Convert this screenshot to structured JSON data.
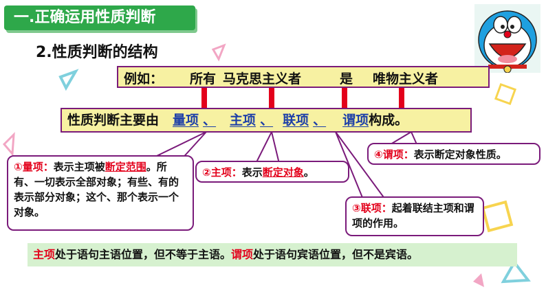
{
  "section_title": "一.正确运用性质判断",
  "subtitle": "2.性质判断的结构",
  "example": {
    "label": "例如：",
    "quantifier": "所有",
    "subject": "马克思主义者",
    "copula": "是",
    "predicate": "唯物主义者"
  },
  "composition": {
    "prefix": "性质判断主要由",
    "term1": "量项",
    "sep1": "、",
    "term2": "主项",
    "sep2": "、",
    "term3": "联项",
    "sep3": "、",
    "term4": "谓项",
    "suffix": "构成。"
  },
  "notes": {
    "quantity": {
      "marker": "①",
      "term": "量项：",
      "text_a": "表示主项被",
      "highlight": "断定范围",
      "text_b": "。所有、一切表示全部对象；有些、有的表示部分对象；这个、那个表示一个对象。"
    },
    "subject": {
      "marker": "②",
      "term": "主项：",
      "text_a": "表示",
      "highlight": "断定对象",
      "text_b": "。"
    },
    "copula": {
      "marker": "③",
      "term": "联项：",
      "text": "起着联结主项和谓项的作用。"
    },
    "predicate": {
      "marker": "④",
      "term": "谓项：",
      "text": "表示断定对象性质。"
    }
  },
  "bottom": {
    "term_subject": "主项",
    "text1": "处于语句主语位置，但不等于主语。",
    "term_predicate": "谓项",
    "text2": "处于语句宾语位置，但不是宾语。"
  },
  "colors": {
    "accent_green": "#2ea84a",
    "box_fill": "#f7f1a2",
    "border_purple": "#7a1a7a",
    "highlight_red": "#e3001b",
    "term_blue": "#1d3fa8",
    "bottom_fill": "#d6f1cf"
  },
  "icons": [
    "doraemon-mascot",
    "triangle-outline-decoration",
    "square-outline-decoration"
  ]
}
